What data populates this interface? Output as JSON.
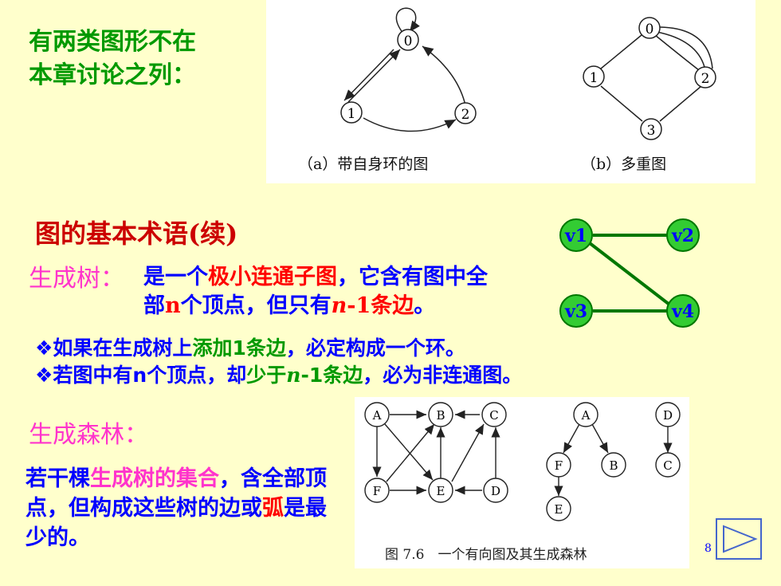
{
  "intro": {
    "line1": "有两类图形不在",
    "line2": "本章讨论之列："
  },
  "fig_top": {
    "a": {
      "nodes": [
        "0",
        "1",
        "2"
      ],
      "caption": "（a）带自身环的图"
    },
    "b": {
      "nodes": [
        "0",
        "1",
        "2",
        "3"
      ],
      "caption": "（b）多重图"
    }
  },
  "section_title": "图的基本术语(续)",
  "spanning_tree": {
    "label": "生成树：",
    "def_p1": "是一个",
    "def_p2": "极小连通子图",
    "def_p3": "，它含有图中全",
    "def_p4": "部",
    "def_p5": "n",
    "def_p6": "个顶点，但只有",
    "def_p7": "n",
    "def_p8": "-1",
    "def_p9": "条边",
    "def_p10": "。"
  },
  "tree_graph": {
    "nodes": [
      "v1",
      "v2",
      "v3",
      "v4"
    ],
    "color": "#007700"
  },
  "bullets": {
    "b1": {
      "mark": "❖",
      "p1": "如果在生成树上",
      "p2": "添加1条边",
      "p3": "，必定构成一个环。"
    },
    "b2": {
      "mark": "❖",
      "p1": "若图中有n个顶点，却",
      "p2": "少于",
      "p3": "n",
      "p4": "-1条边",
      "p5": "，必为非连通图。"
    }
  },
  "spanning_forest": {
    "label": "生成森林：",
    "p1": "若干棵",
    "p2": "生成树的集合",
    "p3": "，含全部顶点，但构成这些树的边或",
    "p4": "弧",
    "p5": "是最少的。"
  },
  "fig_forest": {
    "nodes_left": [
      "A",
      "B",
      "C",
      "F",
      "E",
      "D"
    ],
    "nodes_right": [
      "A",
      "F",
      "B",
      "C",
      "E",
      "D"
    ],
    "caption": "图 7.6　一个有向图及其生成森林"
  },
  "page_number": "8"
}
